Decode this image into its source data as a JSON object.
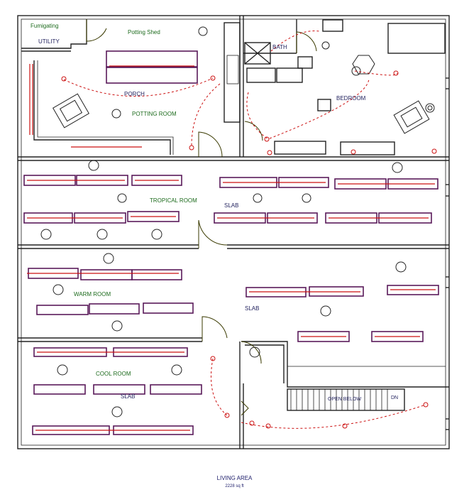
{
  "labels": {
    "fumigating": "Fumigating",
    "utility": "UTILITY",
    "potting_shed": "Potting Shed",
    "bath": "BATH",
    "porch": "PORCH",
    "potting_room": "POTTING ROOM",
    "bedroom": "BEDROOM",
    "tropical_room": "TROPICAL ROOM",
    "slab_tropical": "SLAB",
    "warm_room": "WARM ROOM",
    "slab_warm": "SLAB",
    "cool_room": "COOL ROOM",
    "slab_cool": "SLAB",
    "open_below": "OPEN BELOW",
    "dn": "DN"
  },
  "footer": {
    "title": "LIVING AREA",
    "area": "2228 sq ft"
  },
  "colors": {
    "wall": "#222222",
    "bench": "#5a1a5a",
    "wiring": "#cc1111",
    "label_green": "#1d6b1d",
    "label_navy": "#23235f"
  }
}
